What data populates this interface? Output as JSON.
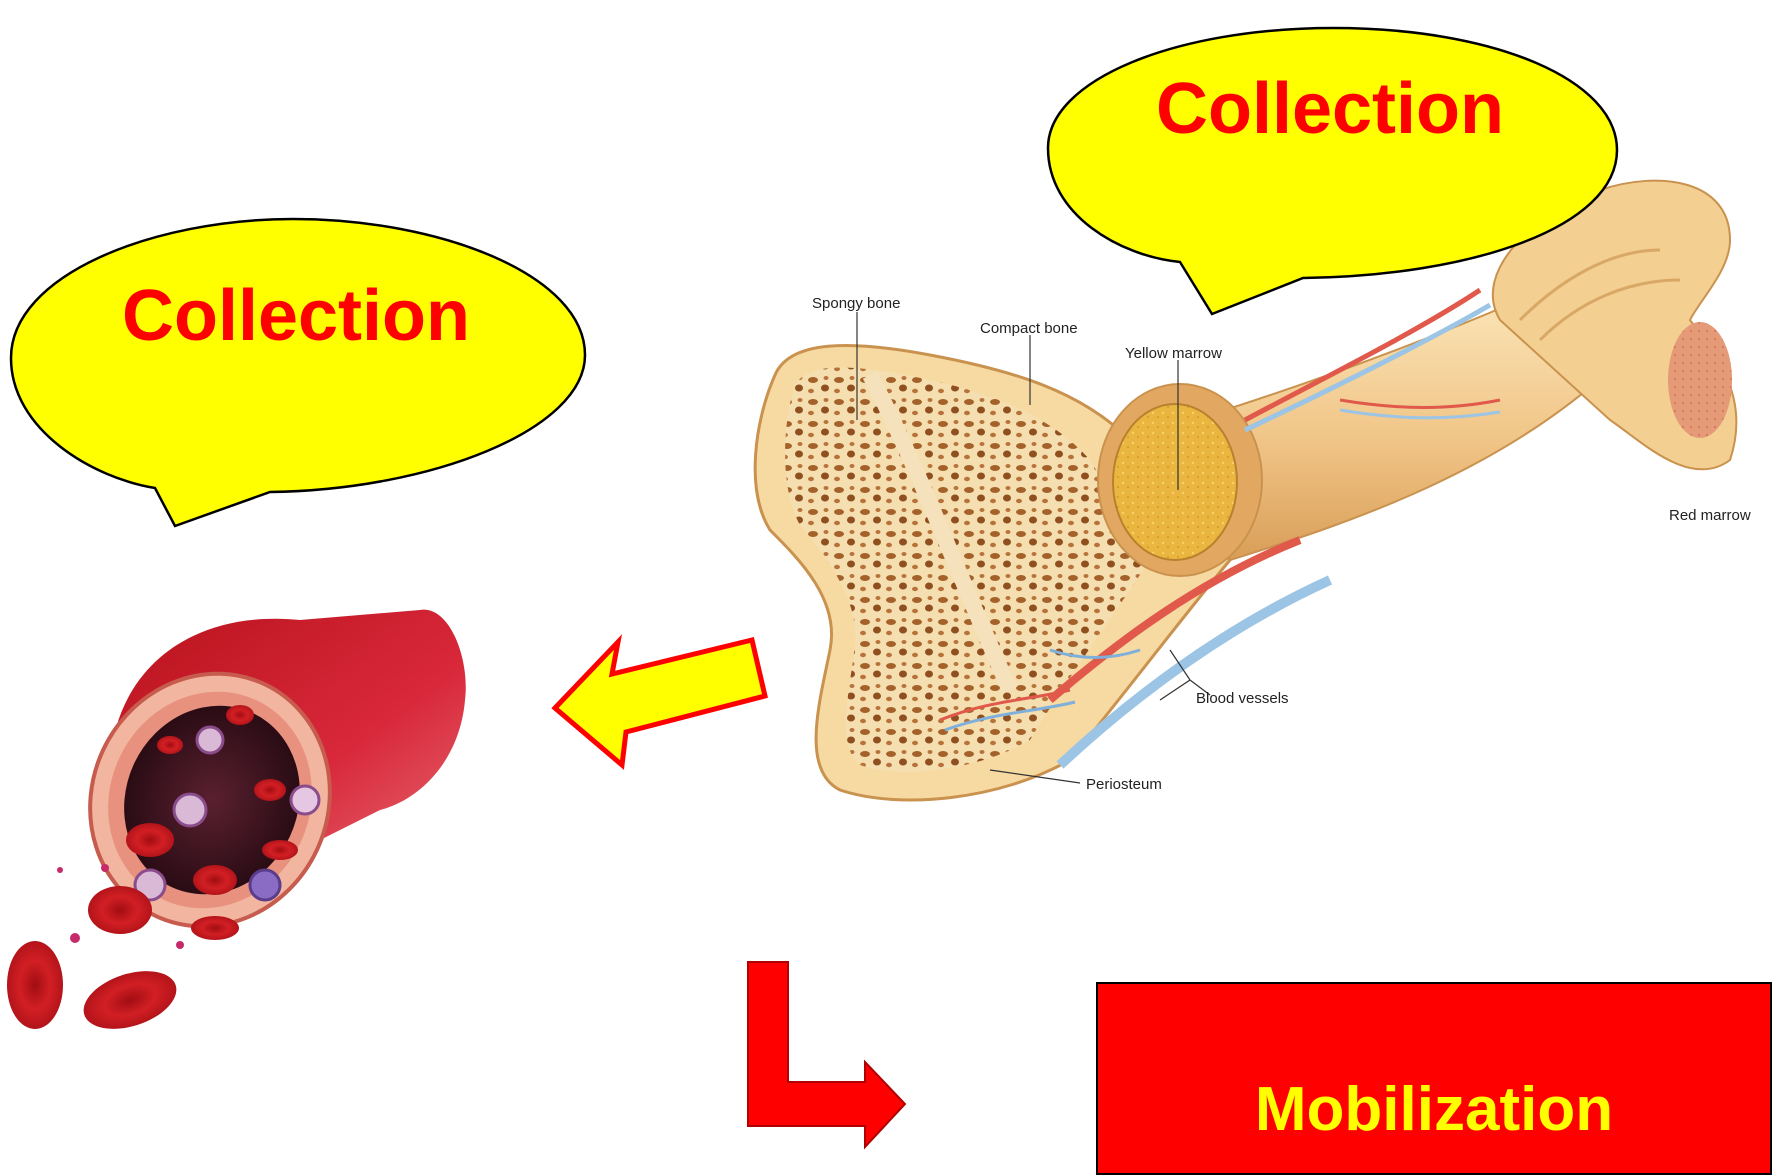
{
  "bubbles": [
    {
      "text": "Collection"
    },
    {
      "text": "Collection"
    }
  ],
  "bone_labels": {
    "spongy_bone": "Spongy bone",
    "compact_bone": "Compact bone",
    "yellow_marrow": "Yellow marrow",
    "red_marrow": "Red marrow",
    "blood_vessels": "Blood vessels",
    "periosteum": "Periosteum"
  },
  "mobilization_box": {
    "text": "Mobilization"
  },
  "colors": {
    "bubble_fill": "#ffff00",
    "bubble_text": "#ff0000",
    "box_fill": "#ff0000",
    "box_text": "#ffff00",
    "arrow_yellow": "#ffff00",
    "arrow_red": "#ff0000",
    "bone": "#f2c98a",
    "marrow": "#e8b23c",
    "blood": "#c0121a"
  },
  "icons": {
    "bone": "bone-illustration",
    "vessel": "blood-vessel-illustration"
  }
}
